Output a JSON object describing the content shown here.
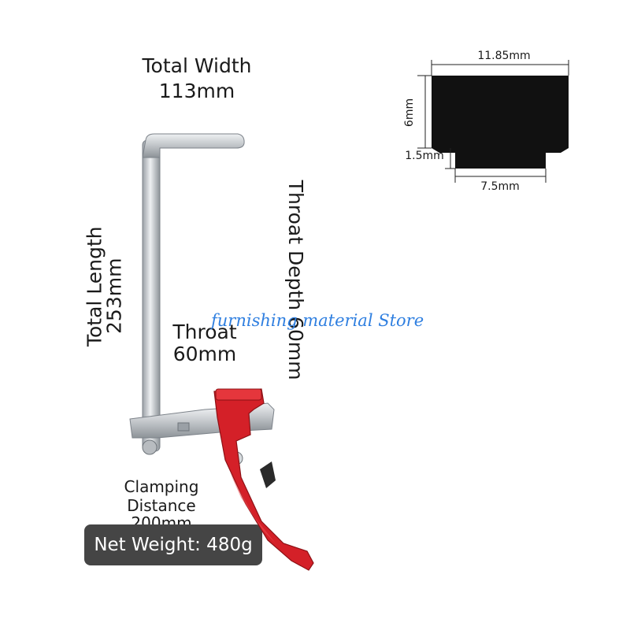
{
  "labels": {
    "total_width_title": "Total Width",
    "total_width_value": "113mm",
    "total_length_title": "Total Length",
    "total_length_value": "253mm",
    "throat_title": "Throat",
    "throat_value": "60mm",
    "throat_depth": "Throat Depth 60mm",
    "clamping_line1": "Clamping",
    "clamping_line2": "Distance 200mm",
    "net_weight": "Net Weight: 480g"
  },
  "watermark": "furnishing material Store",
  "profile_diagram": {
    "top_width": "11.85mm",
    "height": "6mm",
    "step": "1.5mm",
    "bottom_width": "7.5mm"
  },
  "colors": {
    "handle_red": "#d42028",
    "metal": "#c9ccd0",
    "profile_black": "#111111",
    "watermark_blue": "#2f7fe0",
    "badge_bg": "#454545"
  }
}
